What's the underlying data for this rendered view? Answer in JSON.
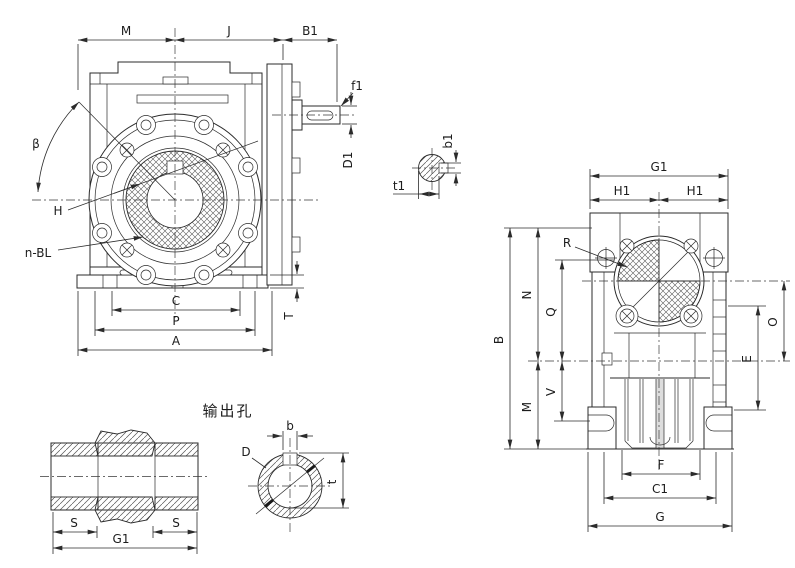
{
  "drawing": {
    "type": "technical-drawing",
    "subject": "worm-gear-speed-reducer-dimension-drawing",
    "colors": {
      "line": "#2b2b2b",
      "background": "#ffffff"
    },
    "front_view": {
      "m": "M",
      "j": "J",
      "b1": "B1",
      "f1": "f1",
      "beta": "β",
      "h": "H",
      "n_bl": "n-BL",
      "c": "C",
      "p": "P",
      "a": "A",
      "d1": "D1",
      "t": "T"
    },
    "input_shaft_section": {
      "t1": "t1",
      "b1": "b1"
    },
    "side_view": {
      "g1": "G1",
      "h1_left": "H1",
      "h1_right": "H1",
      "r": "R",
      "b": "B",
      "n": "N",
      "q": "Q",
      "o": "O",
      "e": "E",
      "m": "M",
      "v": "V",
      "f": "F",
      "c1": "C1",
      "g": "G"
    },
    "bushing_section": {
      "s_left": "S",
      "s_right": "S",
      "g1": "G1"
    },
    "output_hole": {
      "title": "输出孔",
      "b": "b",
      "d": "D",
      "t": "t"
    }
  }
}
